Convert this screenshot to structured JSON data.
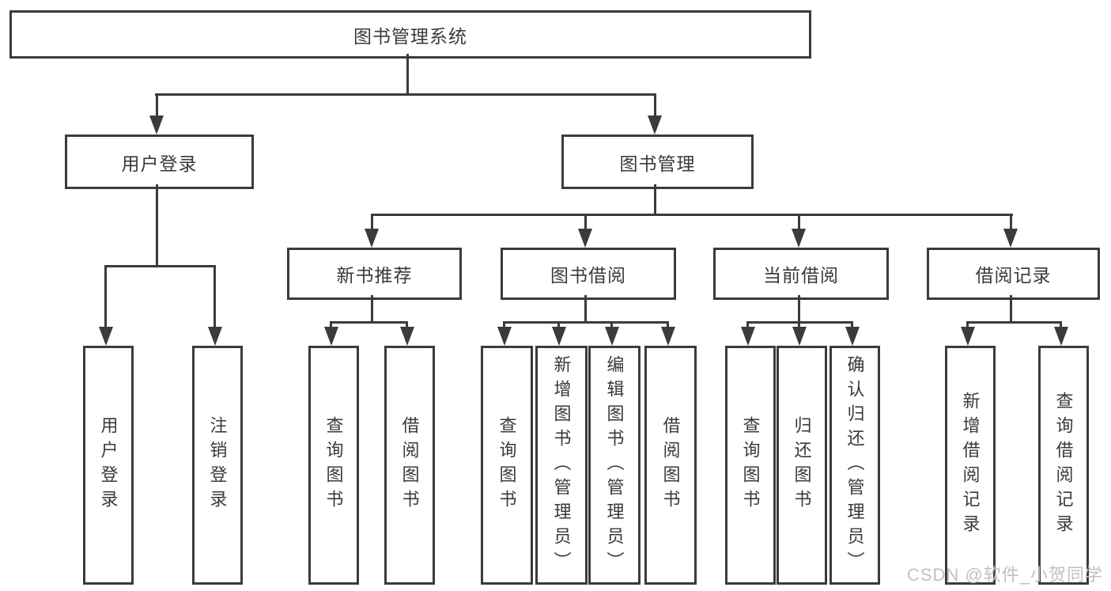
{
  "nodes": {
    "root": "图书管理系统",
    "level2": [
      "用户登录",
      "图书管理"
    ],
    "level3": [
      "新书推荐",
      "图书借阅",
      "当前借阅",
      "借阅记录"
    ],
    "user_login_children": [
      "用户登录",
      "注销登录"
    ],
    "new_book_children": [
      "查询图书",
      "借阅图书"
    ],
    "book_borrowing_children": [
      "查询图书",
      "新增图书（管理员）",
      "编辑图书（管理员）",
      "借阅图书"
    ],
    "current_borrowing_children": [
      "查询图书",
      "归还图书",
      "确认归还（管理员）"
    ],
    "borrowing_records_children": [
      "新增借阅记录",
      "查询借阅记录"
    ]
  },
  "watermark": "CSDN @软件_小贺同学",
  "icons": {
    "arrowhead": "triangle-down"
  },
  "colors": {
    "line": "#3b3b3b",
    "node_background": "#ffffff",
    "text": "#3a3a3a",
    "watermark": "#c9bcbc",
    "background": "#ffffff"
  }
}
